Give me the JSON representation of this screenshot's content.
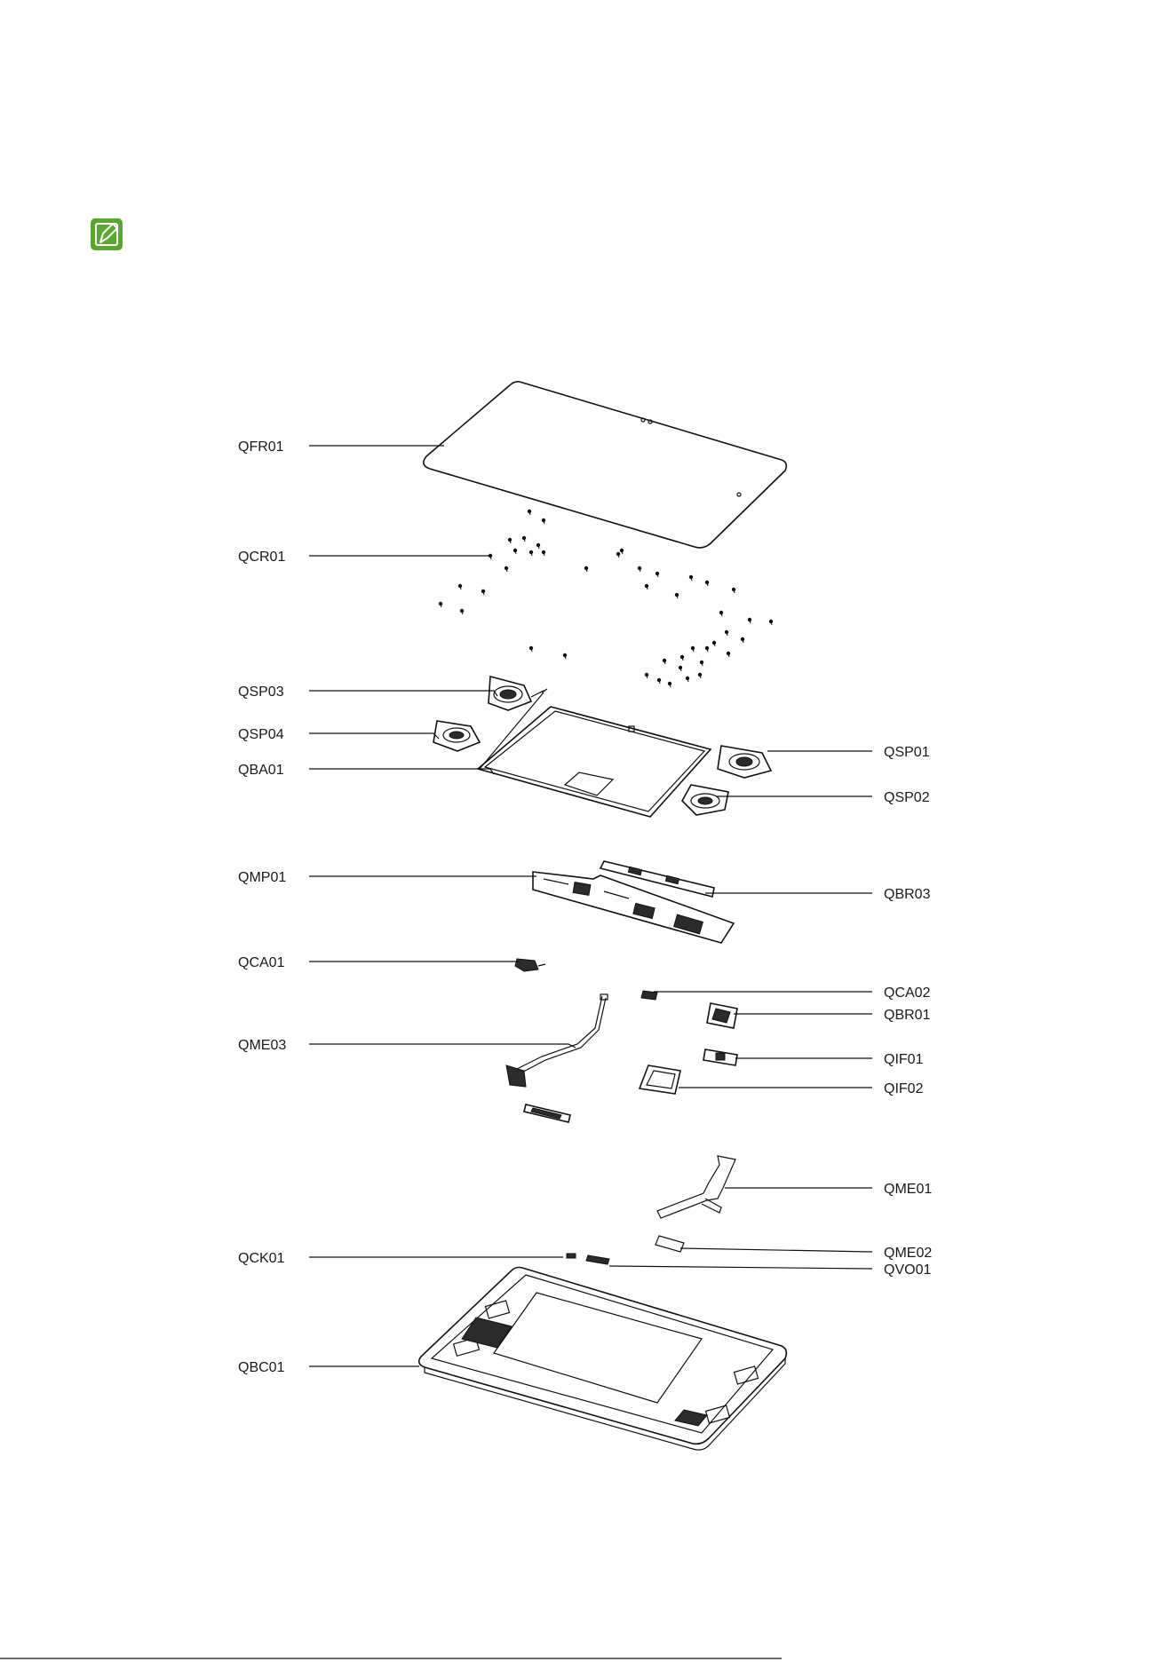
{
  "note_icon": {
    "name": "note-pencil-icon",
    "color": "#5aa832"
  },
  "callouts": {
    "QFR01": "QFR01",
    "QCR01": "QCR01",
    "QSP03": "QSP03",
    "QSP04": "QSP04",
    "QBA01": "QBA01",
    "QSP01": "QSP01",
    "QSP02": "QSP02",
    "QMP01": "QMP01",
    "QBR03": "QBR03",
    "QCA01": "QCA01",
    "QCA02": "QCA02",
    "QBR01": "QBR01",
    "QME03": "QME03",
    "QIF01": "QIF01",
    "QIF02": "QIF02",
    "QME01": "QME01",
    "QME02": "QME02",
    "QCK01": "QCK01",
    "QVO01": "QVO01",
    "QBC01": "QBC01"
  }
}
